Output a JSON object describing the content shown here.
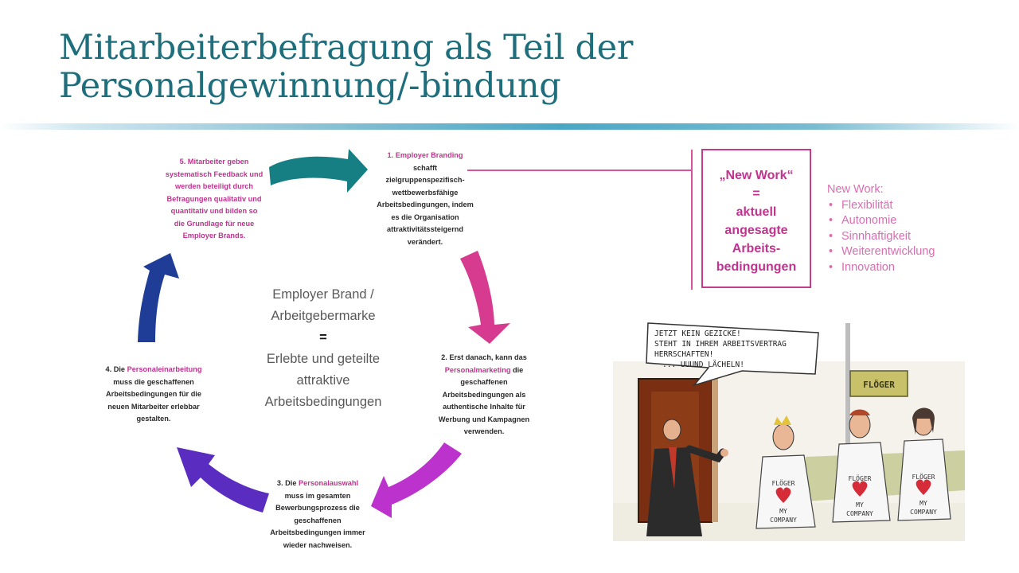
{
  "title": {
    "line1": "Mitarbeiterbefragung als Teil der",
    "line2": "Personalgewinnung/-bindung"
  },
  "cycle": {
    "step1": {
      "highlight": "1. Employer Branding",
      "lines": [
        "schafft",
        "zielgruppenspezifisch-",
        "wettbewerbsfähige",
        "Arbeitsbedingungen, indem",
        "es die Organisation",
        "attraktivitätssteigernd",
        "verändert."
      ]
    },
    "step2": {
      "line1": "2. Erst danach, kann das",
      "highlight": "Personalmarketing",
      "after": " die",
      "lines": [
        "geschaffenen",
        "Arbeitsbedingungen als",
        "authentische Inhalte für",
        "Werbung und Kampagnen",
        "verwenden."
      ]
    },
    "step3": {
      "prefix": "3. Die ",
      "highlight": "Personalauswahl",
      "lines": [
        "muss im gesamten",
        "Bewerbungsprozess die",
        "geschaffenen",
        "Arbeitsbedingungen immer",
        "wieder nachweisen."
      ]
    },
    "step4": {
      "prefix": "4. Die ",
      "highlight": "Personaleinarbeitung",
      "lines": [
        "muss die geschaffenen",
        "Arbeitsbedingungen für die",
        "neuen Mitarbeiter erlebbar",
        "gestalten."
      ]
    },
    "step5": {
      "lines": [
        "5. Mitarbeiter geben",
        "systematisch Feedback und",
        "werden beteiligt durch",
        "Befragungen qualitativ und",
        "quantitativ und bilden so",
        "die Grundlage für neue",
        "Employer Brands."
      ]
    },
    "center": {
      "line1": "Employer Brand /",
      "line2": "Arbeitgebermarke",
      "eq": "=",
      "line3": "Erlebte und geteilte",
      "line4": "attraktive",
      "line5": "Arbeitsbedingungen"
    },
    "colors": {
      "teal": "#167f83",
      "magenta": "#d63b8f",
      "violet": "#bb33cc",
      "purple": "#5a2cc0",
      "navy": "#1f3c96",
      "highlight": "#c0338e"
    }
  },
  "new_work_box": {
    "line1": "„New Work“",
    "eq": "=",
    "line2": "aktuell",
    "line3": "angesagte",
    "line4": "Arbeits-",
    "line5": "bedingungen"
  },
  "new_work_list": {
    "heading": "New Work:",
    "items": [
      "Flexibilität",
      "Autonomie",
      "Sinnhaftigkeit",
      "Weiterentwicklung",
      "Innovation"
    ]
  },
  "cartoon": {
    "speech": [
      "JETZT KEIN GEZICKE!",
      "STEHT IN IHREM ARBEITSVERTRAG",
      "HERRSCHAFTEN!",
      "... UUUND LÄCHELN!"
    ],
    "sign": "FLÖGER",
    "shirt_top": "FLÖGER",
    "shirt_bottom": [
      "MY",
      "COMPANY"
    ]
  }
}
